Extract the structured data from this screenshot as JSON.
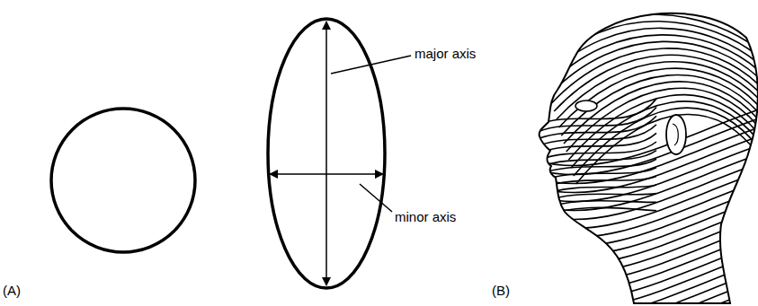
{
  "diagram": {
    "labels": [
      "(A)",
      "major axis",
      "minor axis",
      "(B)"
    ]
  }
}
